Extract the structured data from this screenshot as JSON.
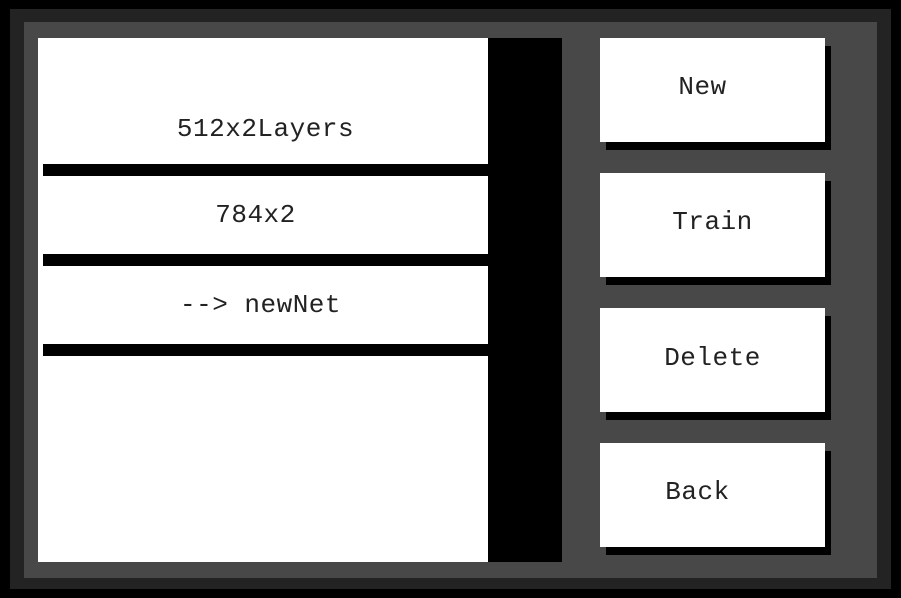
{
  "network_list": {
    "items": [
      {
        "label": "512x2Layers"
      },
      {
        "label": "784x2"
      },
      {
        "label": "--> newNet"
      }
    ]
  },
  "actions": {
    "new_label": "New",
    "train_label": "Train",
    "delete_label": "Delete",
    "back_label": "Back"
  },
  "colors": {
    "background": "#000000",
    "frame_mid": "#232323",
    "frame_inner": "#484848",
    "panel": "#ffffff",
    "text": "#222222"
  }
}
